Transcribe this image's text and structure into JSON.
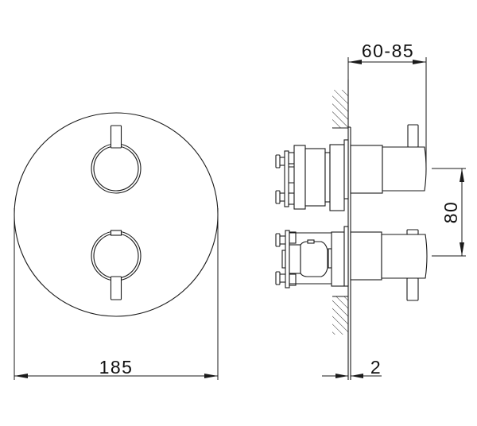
{
  "drawing": {
    "type": "technical-drawing",
    "subject": "thermostatic shower mixer with round cover plate and two knobs",
    "views": [
      "front-view",
      "side-view"
    ],
    "line_color": "#1a1a1a",
    "background": "#ffffff"
  },
  "dimensions": {
    "plate_diameter": {
      "label": "185",
      "orientation": "horizontal"
    },
    "wall_depth": {
      "label": "60-85",
      "orientation": "horizontal"
    },
    "knob_spacing": {
      "label": "80",
      "orientation": "vertical"
    },
    "plate_thickness": {
      "label": "2",
      "orientation": "horizontal"
    }
  }
}
